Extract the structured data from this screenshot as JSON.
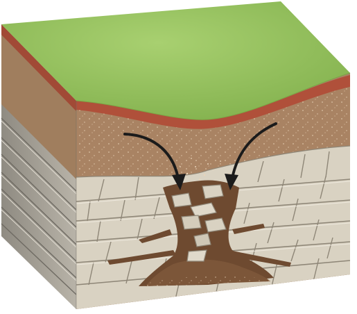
{
  "diagram": {
    "subject": "sinkhole-block",
    "colors": {
      "grass": "#8fbf5a",
      "grass_light": "#a3cc6b",
      "topsoil_red": "#b0503a",
      "soil": "#a98363",
      "soil_dark": "#8a6648",
      "soil_speck": "#e8d3b8",
      "rock": "#d8d0c0",
      "rock_line": "#8e8677",
      "side_light": "#c9c4b8",
      "side_dark": "#9e9a91",
      "cavity": "#6e4a30",
      "arrow": "#1b1b1b"
    },
    "icons": [
      "down-arrow-left",
      "down-arrow-right"
    ]
  }
}
